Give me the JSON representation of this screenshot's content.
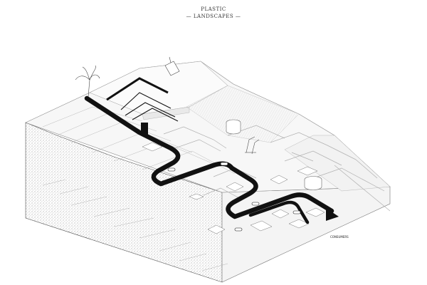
{
  "header": {
    "title_line1": "PLASTIC",
    "title_line2": "LANDSCAPES"
  },
  "diagram": {
    "end_label": "CONSUMERS",
    "colors": {
      "ink": "#111111",
      "line": "#9a9a9a",
      "light_line": "#c8c8c8",
      "fill_top": "#f6f6f6",
      "fill_shade": "#ebebeb"
    }
  }
}
